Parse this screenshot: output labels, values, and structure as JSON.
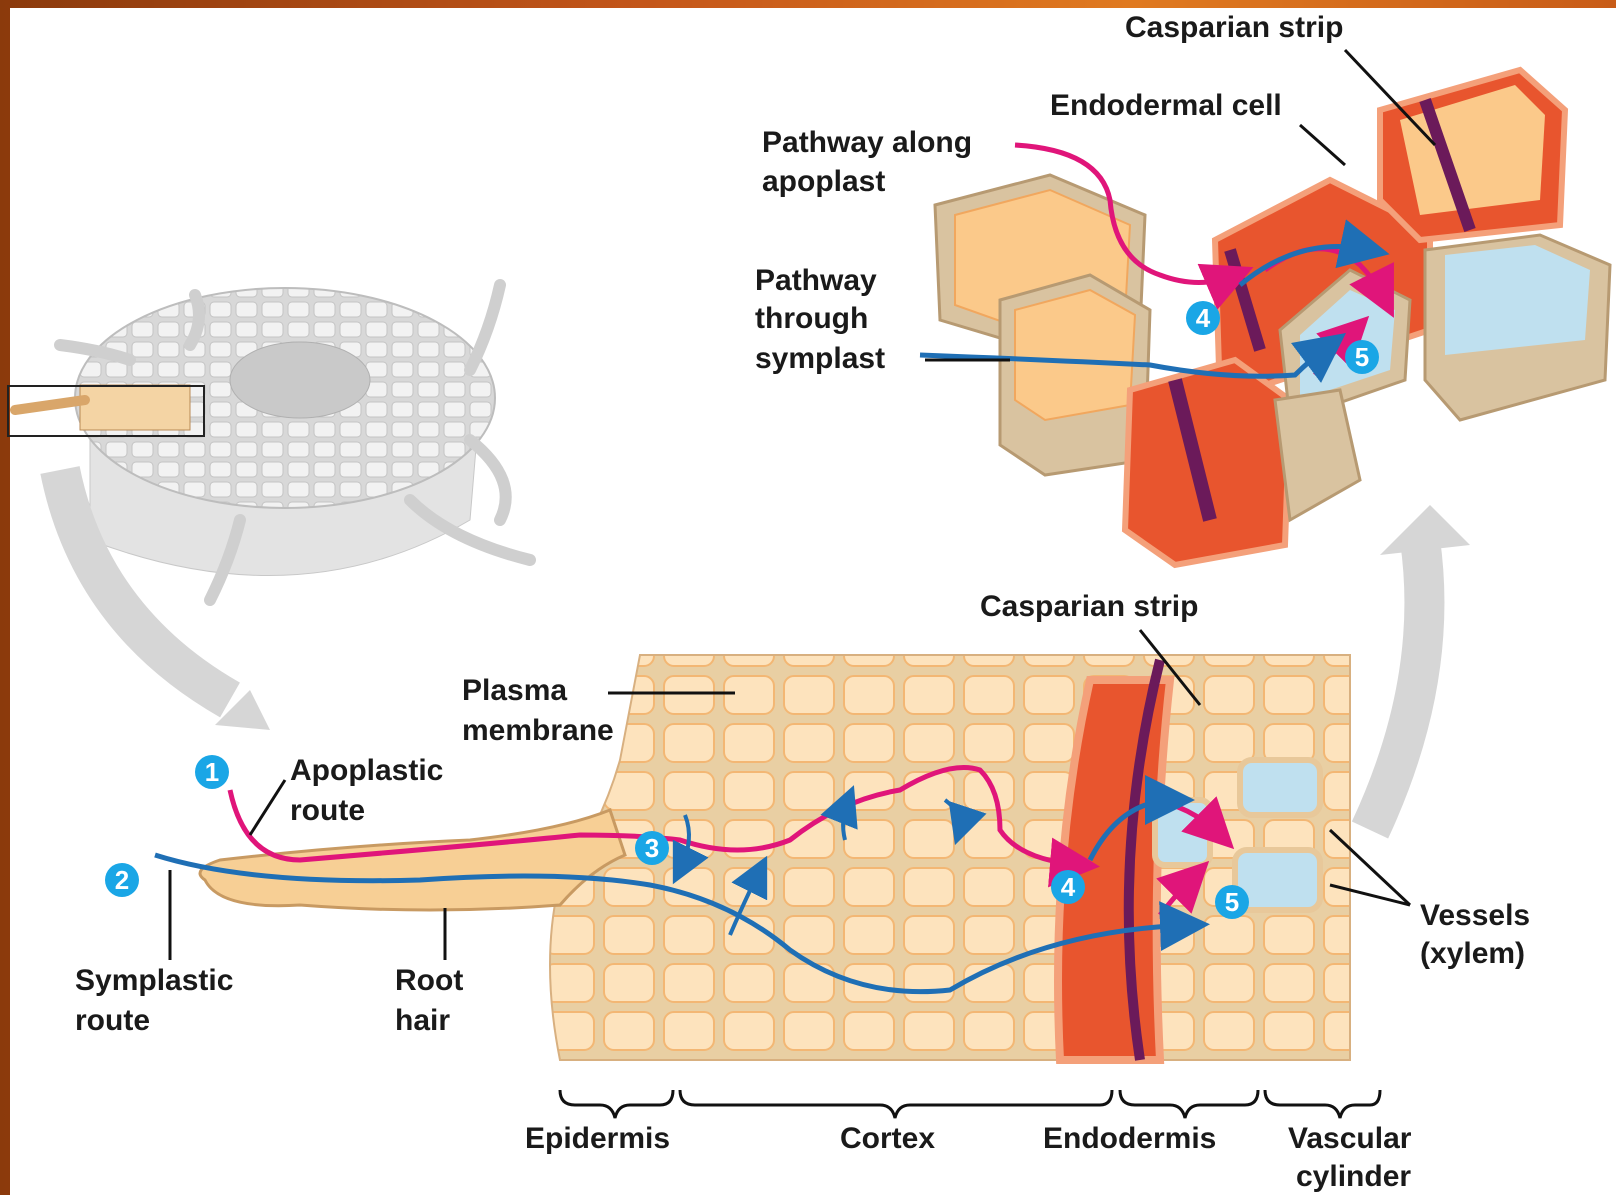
{
  "labels": {
    "casparian_top": "Casparian strip",
    "endodermal_cell": "Endodermal cell",
    "pathway_apoplast_1": "Pathway along",
    "pathway_apoplast_2": "apoplast",
    "pathway_symplast_1": "Pathway",
    "pathway_symplast_2": "through",
    "pathway_symplast_3": "symplast",
    "casparian_bottom": "Casparian strip",
    "plasma_membrane_1": "Plasma",
    "plasma_membrane_2": "membrane",
    "apoplastic_route_1": "Apoplastic",
    "apoplastic_route_2": "route",
    "symplastic_route_1": "Symplastic",
    "symplastic_route_2": "route",
    "root_hair_1": "Root",
    "root_hair_2": "hair",
    "vessels_1": "Vessels",
    "vessels_2": "(xylem)",
    "epidermis": "Epidermis",
    "cortex": "Cortex",
    "endodermis": "Endodermis",
    "vascular_1": "Vascular",
    "vascular_2": "cylinder"
  },
  "step_numbers": {
    "n1": "1",
    "n2": "2",
    "n3": "3",
    "n4a": "4",
    "n5a": "5",
    "n4b": "4",
    "n5b": "5"
  },
  "colors": {
    "apoplast_path": "#e0157a",
    "symplast_path": "#1f6fb5",
    "step_badge": "#1aa6e6",
    "cell_fill": "#fbd9a8",
    "cell_wall": "#e8c89a",
    "endodermis": "#e8552e",
    "casparian": "#6b1a5a",
    "xylem": "#bfe0ef"
  }
}
